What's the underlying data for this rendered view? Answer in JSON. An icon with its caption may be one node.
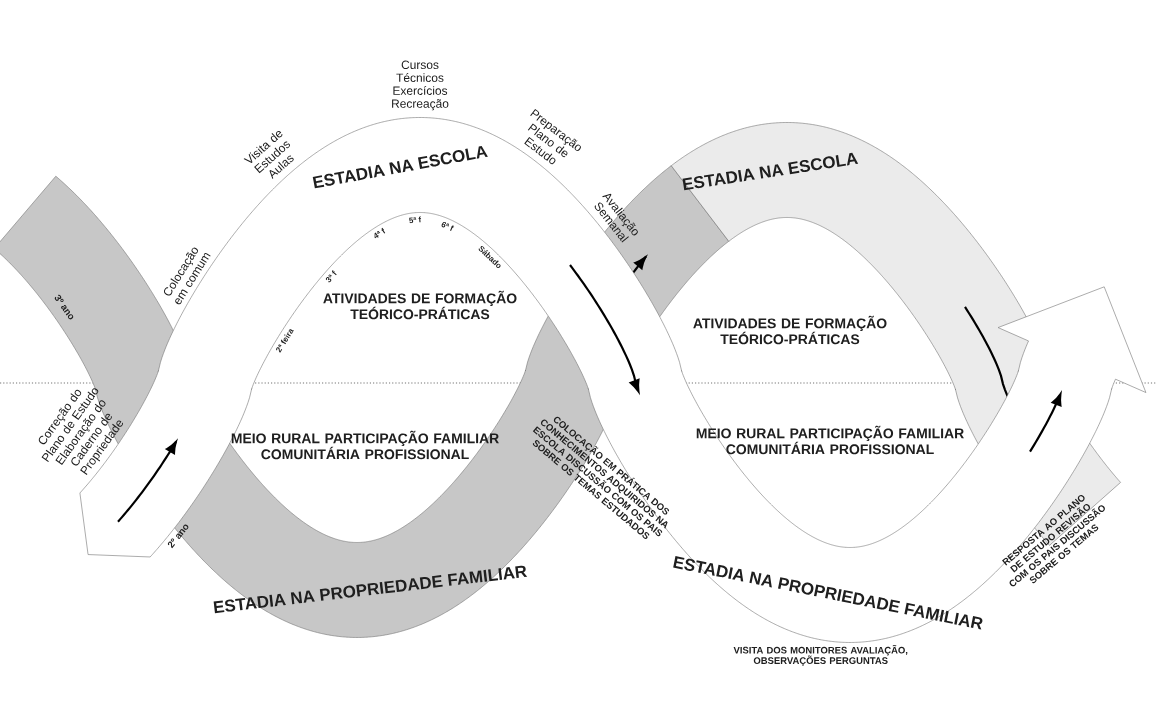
{
  "diagram": {
    "labels": [
      "Correção do Plano de Estudo Elaboração do Caderno de Propriedade",
      "Colocação em comum",
      "Visita de Estudos Aulas",
      "Cursos Técnicos Exercícios Recreação",
      "Preparação Plano de Estudo",
      "Avaliação Semanal",
      "ESTADIA NA ESCOLA",
      "3ª f",
      "4ª f",
      "5ª f",
      "6ª f",
      "Sábado",
      "ESTADIA NA ESCOLA",
      "3º ano",
      "ATIVIDADES DE FORMAÇÃO TEÓRICO-PRÁTICAS",
      "ATIVIDADES DE FORMAÇÃO TEÓRICO-PRÁTICAS",
      "2ª feira",
      "MEIO RURAL PARTICIPAÇÃO FAMILIAR COMUNITÁRIA PROFISSIONAL",
      "MEIO RURAL PARTICIPAÇÃO FAMILIAR COMUNITÁRIA PROFISSIONAL",
      "ESTADIA NA PROPRIEDADE FAMILIAR",
      "ESTADIA NA PROPRIEDADE FAMILIAR",
      "2º ano",
      "COLOCAÇÃO EM PRÁTICA DOS CONHECIMENTOS ADQUIRIDOS NA ESCOLA DISCUSSÃO COM OS PAIS SOBRE OS TEMAS ESTUDADOS",
      "VISITA DOS MONITORES AVALIAÇÃO, OBSERVAÇÕES PERGUNTAS",
      "RESPOSTA AO PLANO DE ESTUDO REVISÃO COM OS PAIS DISCUSSÃO SOBRE OS TEMAS"
    ]
  }
}
